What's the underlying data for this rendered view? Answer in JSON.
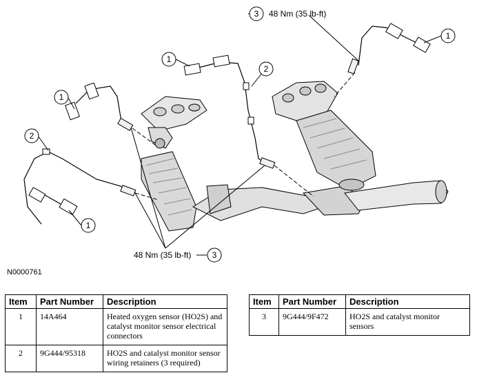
{
  "diagram": {
    "reference_code": "N0000761",
    "callouts": {
      "c1a": "1",
      "c1b": "1",
      "c1c": "1",
      "c1d": "1",
      "c2a": "2",
      "c2b": "2",
      "c3a": "3",
      "c3b": "3"
    },
    "torque_top": "48 Nm (35 lb-ft)",
    "torque_bottom": "48 Nm (35 lb-ft)"
  },
  "tables": [
    {
      "headers": {
        "item": "Item",
        "part": "Part Number",
        "desc": "Description"
      },
      "rows": [
        {
          "item": "1",
          "part": "14A464",
          "desc": "Heated oxygen sensor (HO2S) and catalyst monitor sensor electrical connectors"
        },
        {
          "item": "2",
          "part": "9G444/95318",
          "desc": "HO2S and catalyst monitor sensor wiring retainers (3 required)"
        }
      ]
    },
    {
      "headers": {
        "item": "Item",
        "part": "Part Number",
        "desc": "Description"
      },
      "rows": [
        {
          "item": "3",
          "part": "9G444/9F472",
          "desc": "HO2S and catalyst monitor sensors"
        }
      ]
    }
  ]
}
